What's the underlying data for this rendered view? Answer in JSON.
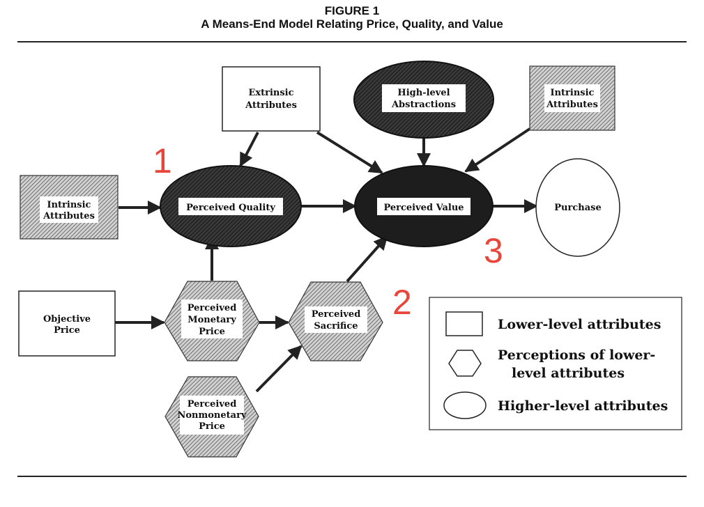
{
  "figure": {
    "number": "FIGURE 1",
    "title": "A Means-End Model Relating Price, Quality, and Value"
  },
  "nodes": {
    "extrinsic_attributes": [
      "Extrinsic",
      "Attributes"
    ],
    "high_level_abstractions": [
      "High-level",
      "Abstractions"
    ],
    "intrinsic_attributes_right": [
      "Intrinsic",
      "Attributes"
    ],
    "intrinsic_attributes_left": [
      "Intrinsic",
      "Attributes"
    ],
    "perceived_quality": "Perceived Quality",
    "perceived_value": "Perceived Value",
    "purchase": "Purchase",
    "objective_price": [
      "Objective",
      "Price"
    ],
    "perceived_monetary_price": [
      "Perceived",
      "Monetary",
      "Price"
    ],
    "perceived_sacrifice": [
      "Perceived",
      "Sacrifice"
    ],
    "perceived_nonmonetary_price": [
      "Perceived",
      "Nonmonetary",
      "Price"
    ]
  },
  "legend": {
    "rectangle": "Lower-level attributes",
    "hexagon": [
      "Perceptions of lower-",
      "level attributes"
    ],
    "ellipse": "Higher-level attributes"
  },
  "annotations": [
    "1",
    "2",
    "3"
  ],
  "colors": {
    "annotation": "#e8463b",
    "hatch": "#6f6f6f",
    "dark_fill": "#1d1d1d"
  }
}
